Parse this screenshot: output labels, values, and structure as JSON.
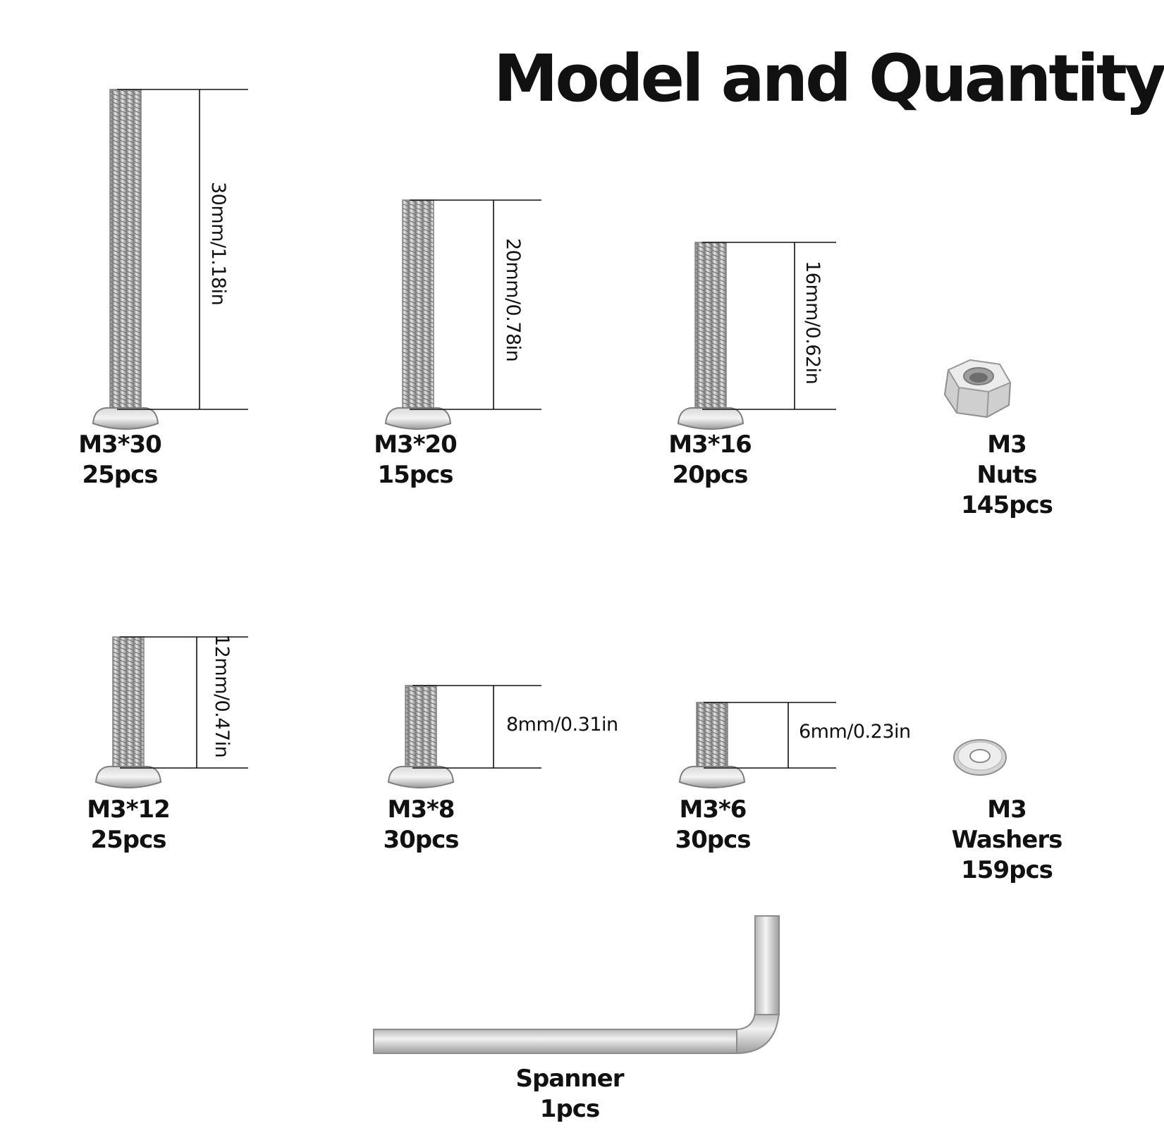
{
  "title": "Model and Quantity",
  "items": [
    {
      "id": "m3x30",
      "model": "M3*30",
      "qty": "25pcs",
      "dimension": "30mm/1.18in"
    },
    {
      "id": "m3x20",
      "model": "M3*20",
      "qty": "15pcs",
      "dimension": "20mm/0.78in"
    },
    {
      "id": "m3x16",
      "model": "M3*16",
      "qty": "20pcs",
      "dimension": "16mm/0.62in"
    },
    {
      "id": "nuts",
      "model": "M3",
      "type": "Nuts",
      "qty": "145pcs"
    },
    {
      "id": "m3x12",
      "model": "M3*12",
      "qty": "25pcs",
      "dimension": "12mm/0.47in"
    },
    {
      "id": "m3x8",
      "model": "M3*8",
      "qty": "30pcs",
      "dimension": "8mm/0.31in"
    },
    {
      "id": "m3x6",
      "model": "M3*6",
      "qty": "30pcs",
      "dimension": "6mm/0.23in"
    },
    {
      "id": "washers",
      "model": "M3",
      "type": "Washers",
      "qty": "159pcs"
    },
    {
      "id": "spanner",
      "model": "Spanner",
      "qty": "1pcs"
    }
  ]
}
